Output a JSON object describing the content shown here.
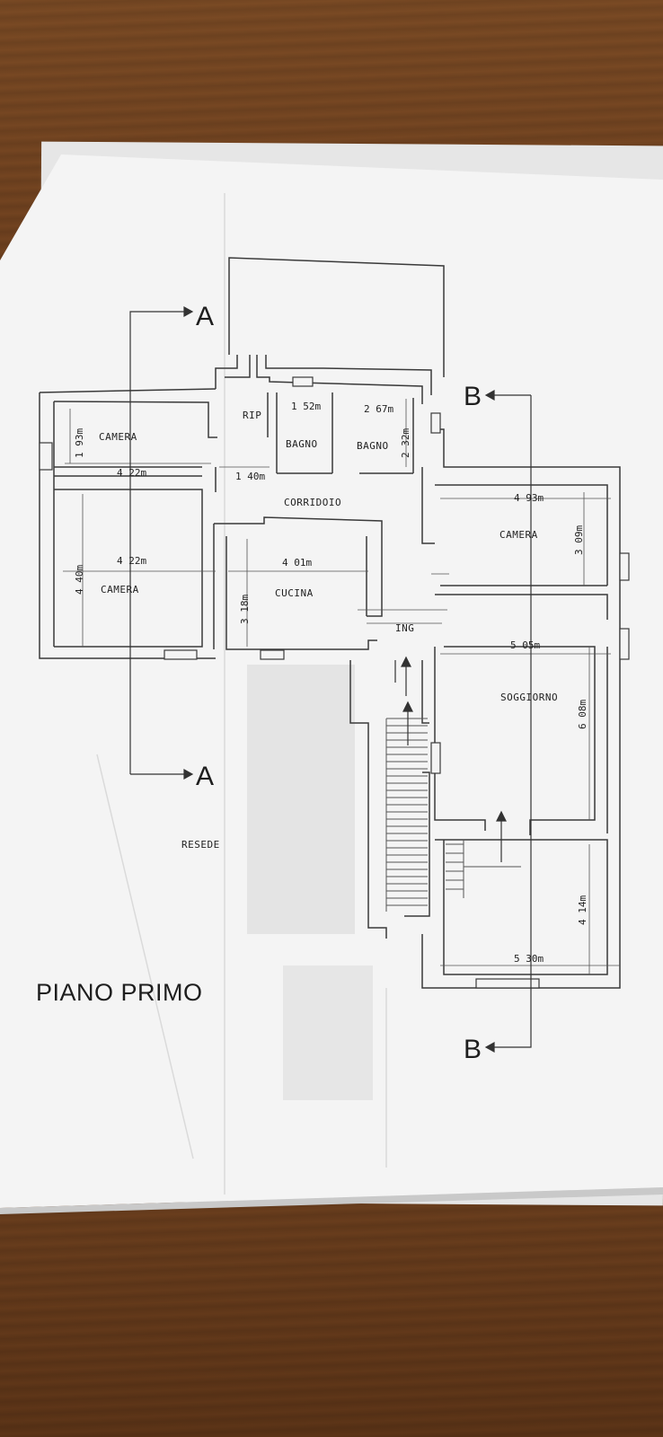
{
  "plan": {
    "title": "PIANO PRIMO",
    "section_labels": {
      "a_top": "A",
      "a_bottom": "A",
      "b_top": "B",
      "b_bottom": "B"
    },
    "rooms": {
      "rip": "RIP",
      "camera_nw": "CAMERA",
      "bagno_1": "BAGNO",
      "bagno_2": "BAGNO",
      "corridoio": "CORRIDOIO",
      "camera_ne": "CAMERA",
      "camera_w": "CAMERA",
      "cucina": "CUCINA",
      "ingresso": "ING",
      "soggiorno": "SOGGIORNO",
      "resede": "RESEDE"
    },
    "dimensions": {
      "camera_nw_depth": "1 93m",
      "camera_nw_width": "4 22m",
      "corridor_width": "1 40m",
      "bagno_1_width": "1 52m",
      "bagno_2_width": "2 67m",
      "bagno_2_depth": "2 32m",
      "camera_ne_width": "4 93m",
      "camera_ne_depth": "3 09m",
      "camera_w_width": "4 22m",
      "camera_w_depth": "4 40m",
      "cucina_width": "4 01m",
      "cucina_depth": "3 18m",
      "soggiorno_width": "5 05m",
      "soggiorno_depth": "6 08m",
      "south_room_depth": "4 14m",
      "south_room_width": "5 30m"
    }
  }
}
